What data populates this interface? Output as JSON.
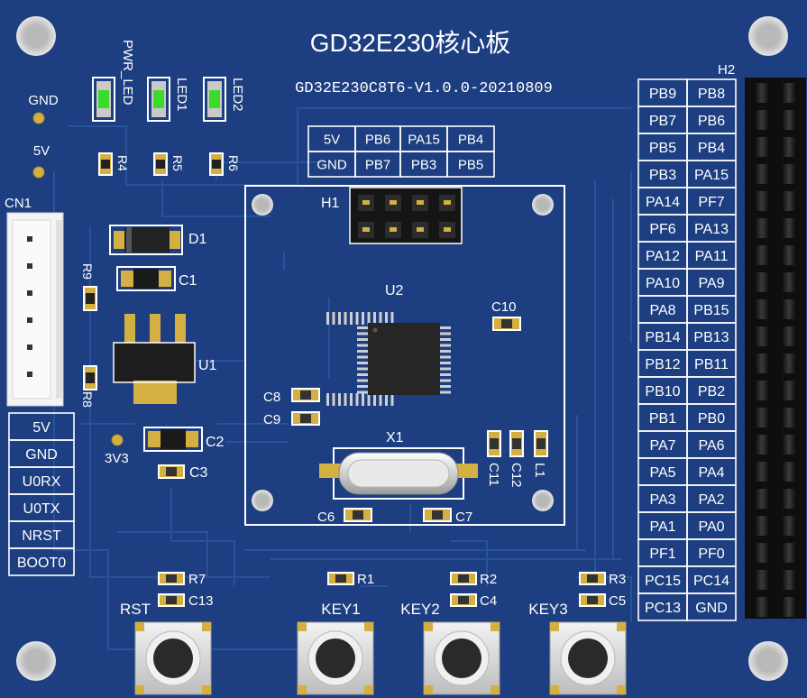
{
  "board": {
    "title": "GD32E230核心板",
    "version": "GD32E230C8T6-V1.0.0-20210809",
    "colors": {
      "pcb": "#1d3e80",
      "trace": "#27519a",
      "silk": "#ffffff",
      "gold": "#d4b042",
      "led_green": "#3adb2a"
    }
  },
  "power_pins": {
    "gnd": "GND",
    "v5": "5V",
    "v33": "3V3"
  },
  "leds": [
    {
      "ref": "PWR_LED"
    },
    {
      "ref": "LED1"
    },
    {
      "ref": "LED2"
    }
  ],
  "resistors": {
    "r1": "R1",
    "r2": "R2",
    "r3": "R3",
    "r4": "R4",
    "r5": "R5",
    "r6": "R6",
    "r7": "R7",
    "r8": "R8",
    "r9": "R9"
  },
  "capacitors": {
    "c1": "C1",
    "c2": "C2",
    "c3": "C3",
    "c4": "C4",
    "c5": "C5",
    "c6": "C6",
    "c7": "C7",
    "c8": "C8",
    "c9": "C9",
    "c10": "C10",
    "c11": "C11",
    "c12": "C12",
    "c13": "C13"
  },
  "parts": {
    "d1": "D1",
    "u1": "U1",
    "u2": "U2",
    "x1": "X1",
    "l1": "L1",
    "h1": "H1",
    "h2": "H2",
    "cn1": "CN1"
  },
  "cn1_labels": [
    "5V",
    "GND",
    "U0RX",
    "U0TX",
    "NRST",
    "BOOT0"
  ],
  "h1_table": [
    [
      "5V",
      "PB6",
      "PA15",
      "PB4"
    ],
    [
      "GND",
      "PB7",
      "PB3",
      "PB5"
    ]
  ],
  "h2_table": [
    [
      "PB9",
      "PB8"
    ],
    [
      "PB7",
      "PB6"
    ],
    [
      "PB5",
      "PB4"
    ],
    [
      "PB3",
      "PA15"
    ],
    [
      "PA14",
      "PF7"
    ],
    [
      "PF6",
      "PA13"
    ],
    [
      "PA12",
      "PA11"
    ],
    [
      "PA10",
      "PA9"
    ],
    [
      "PA8",
      "PB15"
    ],
    [
      "PB14",
      "PB13"
    ],
    [
      "PB12",
      "PB11"
    ],
    [
      "PB10",
      "PB2"
    ],
    [
      "PB1",
      "PB0"
    ],
    [
      "PA7",
      "PA6"
    ],
    [
      "PA5",
      "PA4"
    ],
    [
      "PA3",
      "PA2"
    ],
    [
      "PA1",
      "PA0"
    ],
    [
      "PF1",
      "PF0"
    ],
    [
      "PC15",
      "PC14"
    ],
    [
      "PC13",
      "GND"
    ]
  ],
  "buttons": [
    {
      "label": "RST"
    },
    {
      "label": "KEY1"
    },
    {
      "label": "KEY2"
    },
    {
      "label": "KEY3"
    }
  ]
}
